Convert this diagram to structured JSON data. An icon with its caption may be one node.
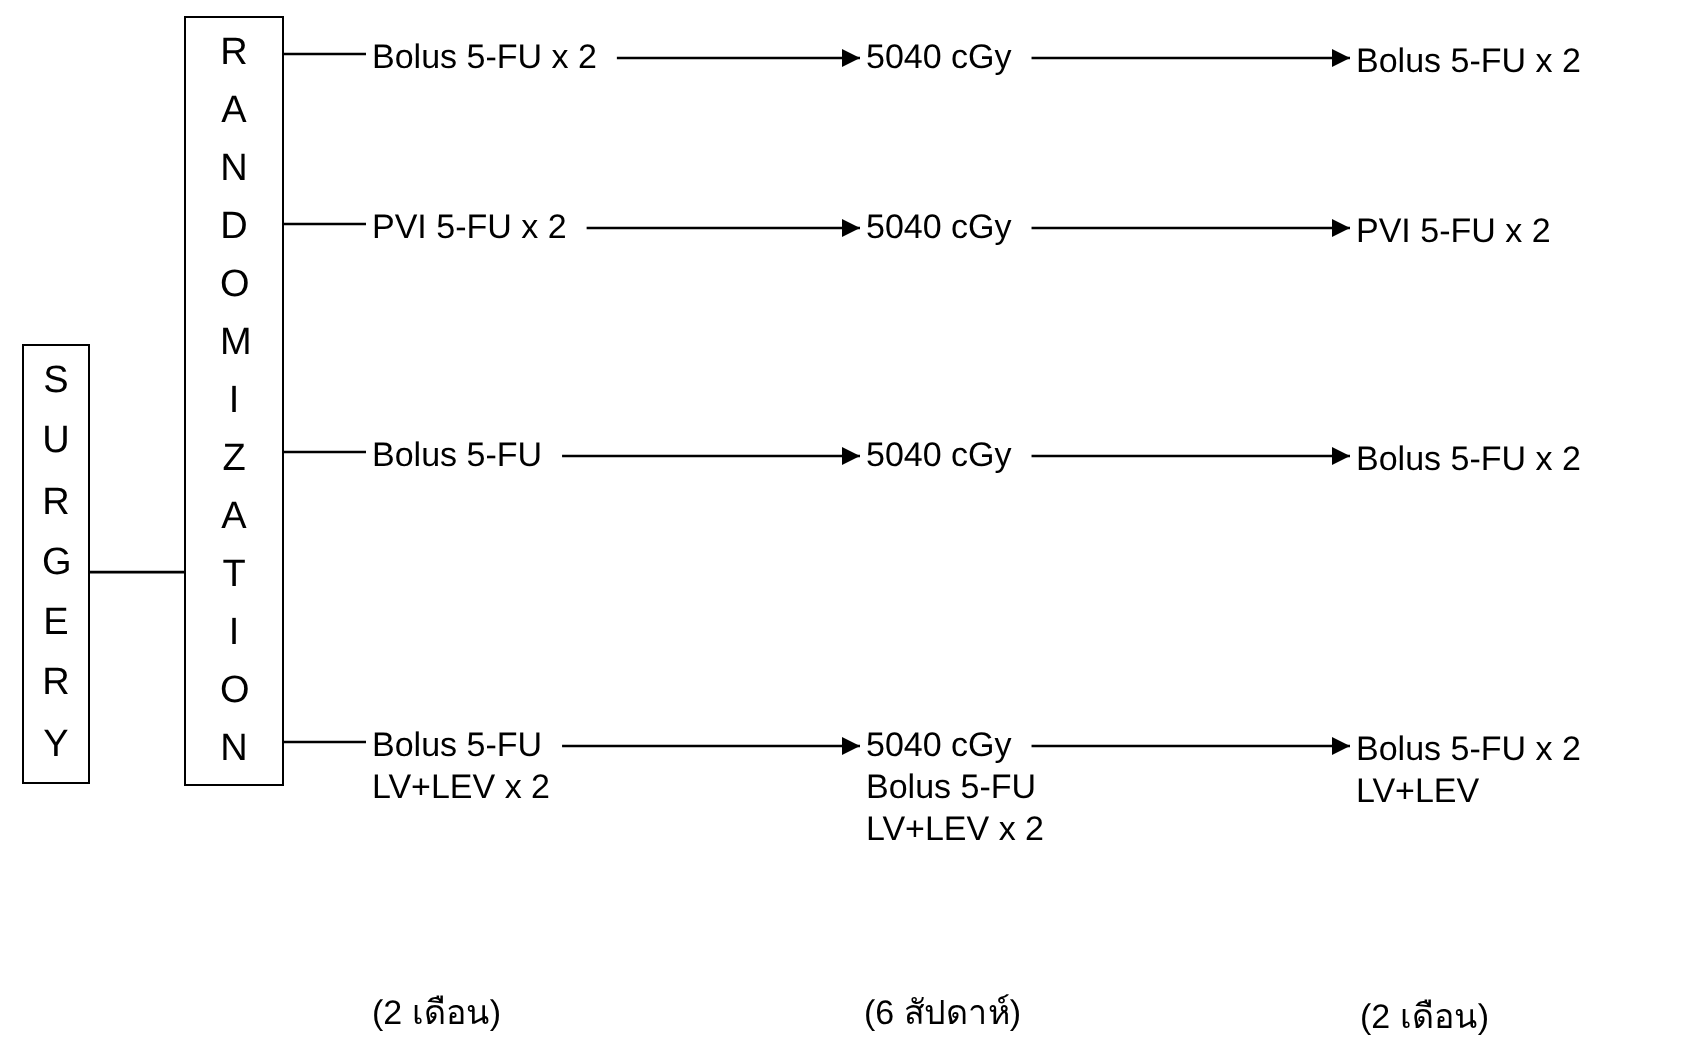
{
  "diagram": {
    "nodes": [
      {
        "text": [
          "SURGERY"
        ]
      },
      {
        "text": [
          "RANDOMIZATION"
        ]
      },
      {
        "text": [
          "Bolus 5-FU x 2"
        ]
      },
      {
        "text": [
          "5040 cGy"
        ]
      },
      {
        "text": [
          "Bolus 5-FU x 2"
        ]
      },
      {
        "text": [
          "PVI 5-FU x 2"
        ]
      },
      {
        "text": [
          "5040 cGy"
        ]
      },
      {
        "text": [
          "PVI 5-FU x 2"
        ]
      },
      {
        "text": [
          "Bolus 5-FU"
        ]
      },
      {
        "text": [
          "5040 cGy"
        ]
      },
      {
        "text": [
          "Bolus 5-FU x 2"
        ]
      },
      {
        "text": [
          "Bolus 5-FU LV+LEV x 2"
        ]
      },
      {
        "text": [
          "5040 cGy Bolus 5-FU LV+LEV x 2"
        ]
      },
      {
        "text": [
          "Bolus 5-FU x 2 LV+LEV"
        ]
      }
    ],
    "edges": [
      {
        "from": 0,
        "to": 1,
        "arrow": "none"
      },
      {
        "from": 1,
        "to": 2,
        "arrow": "none"
      },
      {
        "from": 1,
        "to": 5,
        "arrow": "none"
      },
      {
        "from": 1,
        "to": 8,
        "arrow": "none"
      },
      {
        "from": 1,
        "to": 11,
        "arrow": "none"
      },
      {
        "from": 2,
        "to": 3,
        "arrow": "to"
      },
      {
        "from": 3,
        "to": 4,
        "arrow": "to"
      },
      {
        "from": 5,
        "to": 6,
        "arrow": "to"
      },
      {
        "from": 6,
        "to": 7,
        "arrow": "to"
      },
      {
        "from": 8,
        "to": 9,
        "arrow": "to"
      },
      {
        "from": 9,
        "to": 10,
        "arrow": "to"
      },
      {
        "from": 11,
        "to": 12,
        "arrow": "to"
      },
      {
        "from": 12,
        "to": 13,
        "arrow": "to"
      }
    ],
    "labels": [
      "(2 เดือน)",
      "(6 สัปดาห์)",
      "(2 เดือน)"
    ]
  }
}
